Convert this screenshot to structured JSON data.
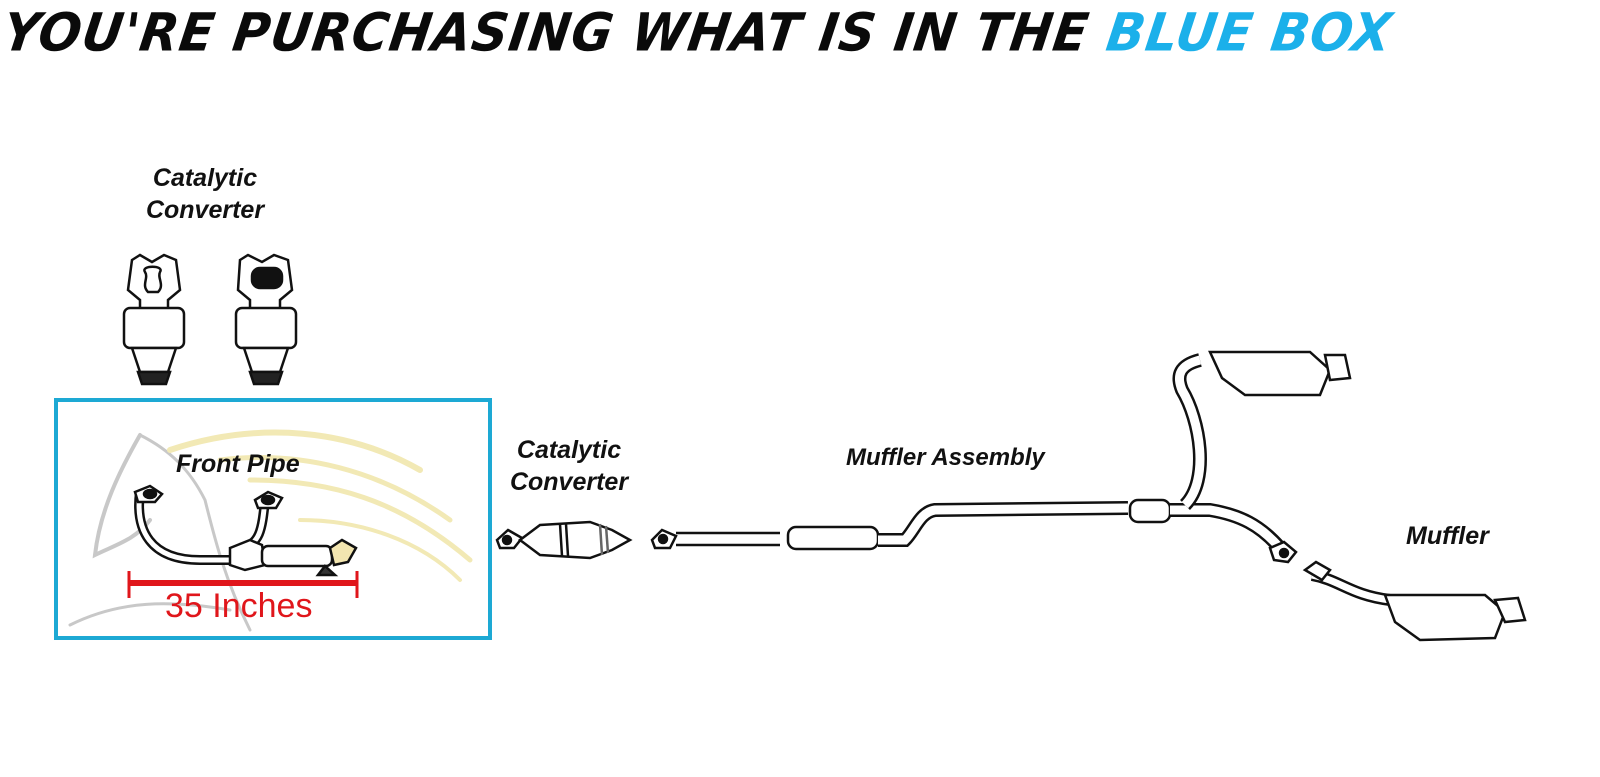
{
  "header": {
    "headline_dark": "YOU'RE PURCHASING WHAT IS IN THE",
    "headline_highlight": "BLUE BOX",
    "highlight_color": "#1bb0ea"
  },
  "diagram": {
    "title": "Exhaust system parts diagram",
    "selection_box_color": "#1da9d4",
    "parts": [
      {
        "id": "catalytic-converter-pair",
        "label_line1": "Catalytic",
        "label_line2": "Converter",
        "selected": false
      },
      {
        "id": "front-pipe",
        "label": "Front Pipe",
        "selected": true
      },
      {
        "id": "catalytic-converter-inline",
        "label_line1": "Catalytic",
        "label_line2": "Converter",
        "selected": false
      },
      {
        "id": "muffler-assembly",
        "label": "Muffler Assembly",
        "selected": false
      },
      {
        "id": "muffler",
        "label": "Muffler",
        "selected": false
      }
    ],
    "measurement": {
      "text": "35 Inches",
      "color": "#e0161b"
    }
  }
}
